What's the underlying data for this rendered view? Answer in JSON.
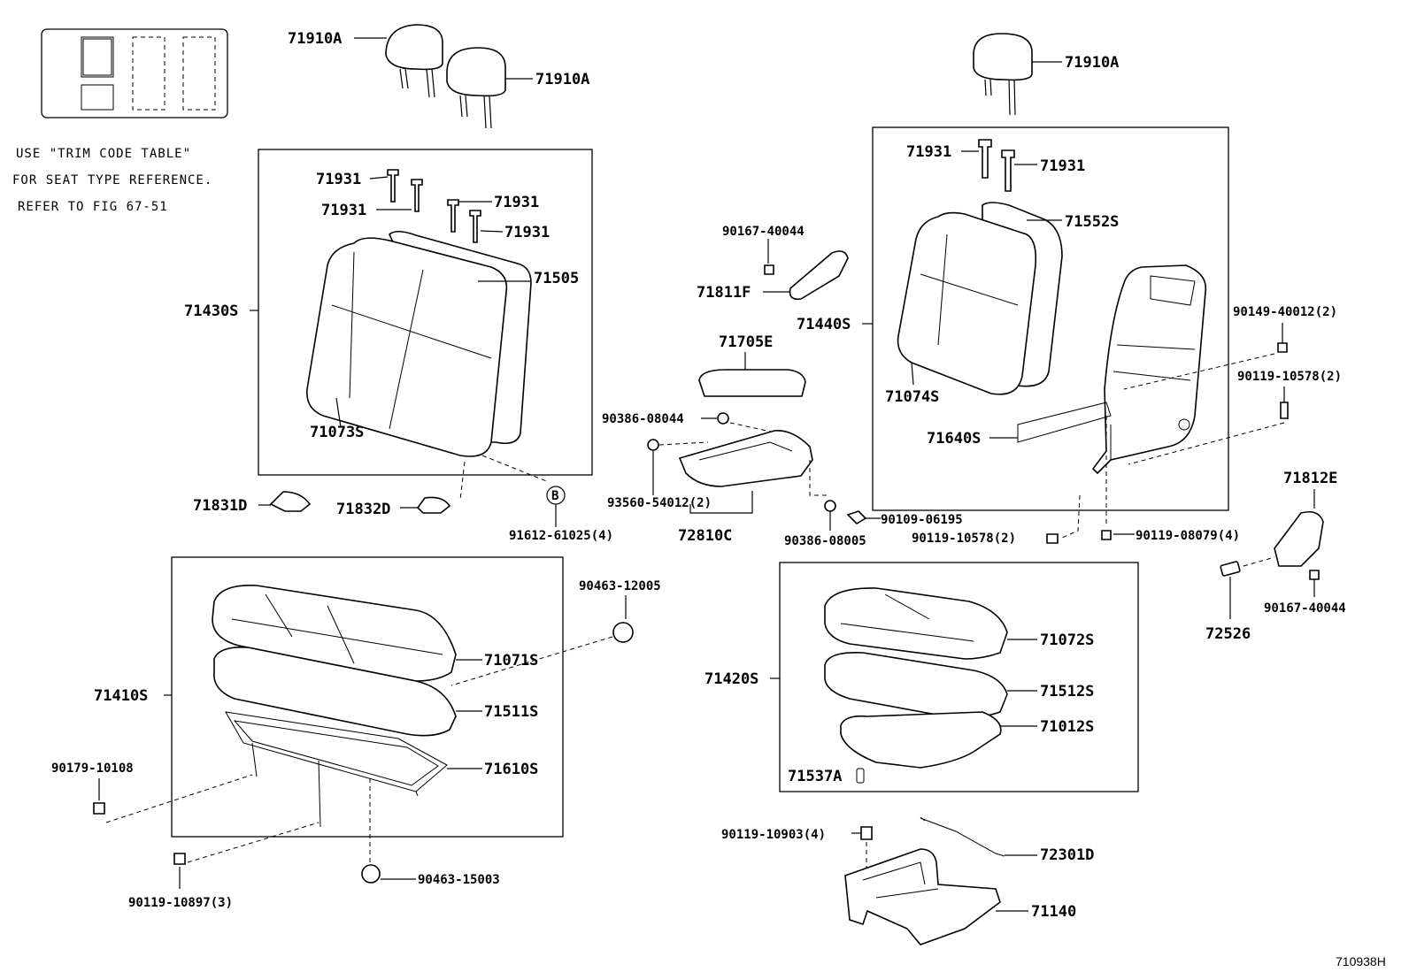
{
  "legend": {
    "note_line1": "USE \"TRIM CODE TABLE\"",
    "note_line2": "FOR SEAT TYPE REFERENCE.",
    "note_line3": "REFER TO FIG 67-51"
  },
  "labels": {
    "hr1": "71910A",
    "hr2": "71910A",
    "hr3": "71910A",
    "g1": "71931",
    "g2": "71931",
    "g3": "71931",
    "g4": "71931",
    "g5": "71931",
    "g6": "71931",
    "back_assy_l": "71430S",
    "back_cover_l": "71505",
    "back_pad_l": "71073S",
    "cover_1": "71831D",
    "cover_2": "71832D",
    "bolt_b": "91612-61025(4)",
    "bolt_1": "90167-40044",
    "hinge_cover": "71811F",
    "box_lid": "71705E",
    "grommet_1": "90386-08044",
    "screw_1": "93560-54012(2)",
    "console": "72810C",
    "grommet_2": "90386-08005",
    "bolt_2": "90109-06195",
    "back_assy_r": "71440S",
    "back_cover_r": "71552S",
    "back_pad_r": "71074S",
    "adjuster": "71640S",
    "bolt_3": "90149-40012(2)",
    "bolt_4": "90119-10578(2)",
    "bolt_5": "90119-10578(2)",
    "bolt_6": "90119-08079(4)",
    "knob": "71812E",
    "bolt_7": "90167-40044",
    "clip_1": "72526",
    "hook_1": "90463-12005",
    "cushion_assy_l": "71410S",
    "cushion_pad_l": "71071S",
    "cushion_cover_l": "71511S",
    "cushion_frame_l": "71610S",
    "bolt_8": "90179-10108",
    "bolt_9": "90119-10897(3)",
    "hook_2": "90463-15003",
    "cushion_assy_r": "71420S",
    "cushion_pad_r": "71072S",
    "cushion_cover_r": "71512S",
    "cushion_frame_r": "71012S",
    "clip_2": "71537A",
    "bolt_10": "90119-10903(4)",
    "cable": "72301D",
    "leg": "71140",
    "circle_mark": "B",
    "fig_no": "710938H"
  }
}
